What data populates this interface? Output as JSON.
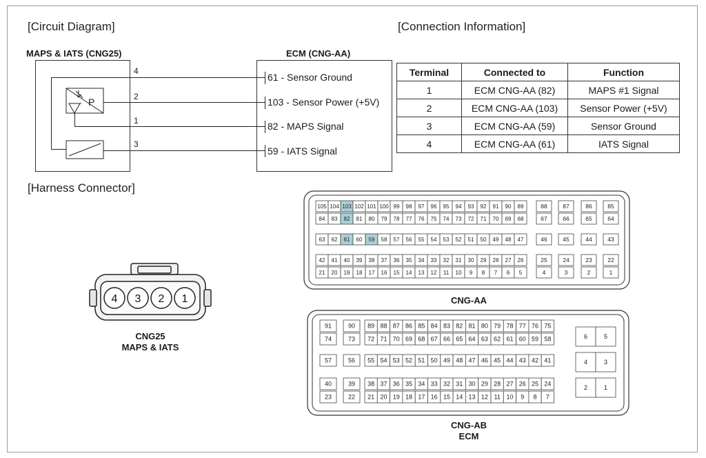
{
  "titles": {
    "circuit_diagram": "[Circuit Diagram]",
    "connection_information": "[Connection Information]",
    "harness_connector": "[Harness Connector]"
  },
  "component": {
    "name": "MAPS & IATS (CNG25)"
  },
  "ecm": {
    "name": "ECM (CNG-AA)"
  },
  "wires": [
    {
      "pin": "4",
      "ecm_label": "61 - Sensor Ground"
    },
    {
      "pin": "2",
      "ecm_label": "103 - Sensor Power (+5V)"
    },
    {
      "pin": "1",
      "ecm_label": "82 - MAPS Signal"
    },
    {
      "pin": "3",
      "ecm_label": "59 - IATS Signal"
    }
  ],
  "pressure_sensor_symbol": "P",
  "connection_table": {
    "headers": [
      "Terminal",
      "Connected to",
      "Function"
    ],
    "rows": [
      [
        "1",
        "ECM CNG-AA (82)",
        "MAPS #1 Signal"
      ],
      [
        "2",
        "ECM CNG-AA (103)",
        "Sensor Power (+5V)"
      ],
      [
        "3",
        "ECM CNG-AA (59)",
        "Sensor Ground"
      ],
      [
        "4",
        "ECM CNG-AA (61)",
        "IATS Signal"
      ]
    ]
  },
  "harness_connector": {
    "pins": [
      "4",
      "3",
      "2",
      "1"
    ],
    "caption_line1": "CNG25",
    "caption_line2": "MAPS & IATS"
  },
  "cng_aa": {
    "caption": "CNG-AA",
    "highlight_color": "#a9cfd8",
    "highlighted_pins": [
      "103",
      "82",
      "61",
      "59"
    ],
    "rows": [
      {
        "main": [
          "105",
          "104",
          "103",
          "102",
          "101",
          "100",
          "99",
          "98",
          "97",
          "96",
          "95",
          "94",
          "93",
          "92",
          "91",
          "90",
          "89"
        ],
        "side": [
          "88",
          "87",
          "86",
          "85"
        ]
      },
      {
        "main": [
          "84",
          "83",
          "82",
          "81",
          "80",
          "79",
          "78",
          "77",
          "76",
          "75",
          "74",
          "73",
          "72",
          "71",
          "70",
          "69",
          "68"
        ],
        "side": [
          "67",
          "66",
          "65",
          "64"
        ]
      },
      {
        "main": [
          "63",
          "62",
          "61",
          "60",
          "59",
          "58",
          "57",
          "56",
          "55",
          "54",
          "53",
          "52",
          "51",
          "50",
          "49",
          "48",
          "47"
        ],
        "side": [
          "46",
          "45",
          "44",
          "43"
        ]
      },
      {
        "main": [
          "42",
          "41",
          "40",
          "39",
          "38",
          "37",
          "36",
          "35",
          "34",
          "33",
          "32",
          "31",
          "30",
          "29",
          "28",
          "27",
          "26"
        ],
        "side": [
          "25",
          "24",
          "23",
          "22"
        ]
      },
      {
        "main": [
          "21",
          "20",
          "19",
          "18",
          "17",
          "16",
          "15",
          "14",
          "13",
          "12",
          "11",
          "10",
          "9",
          "8",
          "7",
          "6",
          "5"
        ],
        "side": [
          "4",
          "3",
          "2",
          "1"
        ]
      }
    ]
  },
  "cng_ab": {
    "caption_line1": "CNG-AB",
    "caption_line2": "ECM",
    "rows": [
      {
        "left": [
          "91",
          "90"
        ],
        "main": [
          "89",
          "88",
          "87",
          "86",
          "85",
          "84",
          "83",
          "82",
          "81",
          "80",
          "79",
          "78",
          "77",
          "76",
          "75"
        ]
      },
      {
        "left": [
          "74",
          "73"
        ],
        "main": [
          "72",
          "71",
          "70",
          "69",
          "68",
          "67",
          "66",
          "65",
          "64",
          "63",
          "62",
          "61",
          "60",
          "59",
          "58"
        ]
      },
      {
        "left": [
          "57",
          "56"
        ],
        "main": [
          "55",
          "54",
          "53",
          "52",
          "51",
          "50",
          "49",
          "48",
          "47",
          "46",
          "45",
          "44",
          "43",
          "42",
          "41"
        ]
      },
      {
        "left": [
          "40",
          "39"
        ],
        "main": [
          "38",
          "37",
          "36",
          "35",
          "34",
          "33",
          "32",
          "31",
          "30",
          "29",
          "28",
          "27",
          "26",
          "25",
          "24"
        ]
      },
      {
        "left": [
          "23",
          "22"
        ],
        "main": [
          "21",
          "20",
          "19",
          "18",
          "17",
          "16",
          "15",
          "14",
          "13",
          "12",
          "11",
          "10",
          "9",
          "8",
          "7"
        ]
      }
    ],
    "side_blocks": [
      [
        "6",
        "5"
      ],
      [
        "4",
        "3"
      ],
      [
        "2",
        "1"
      ]
    ]
  }
}
